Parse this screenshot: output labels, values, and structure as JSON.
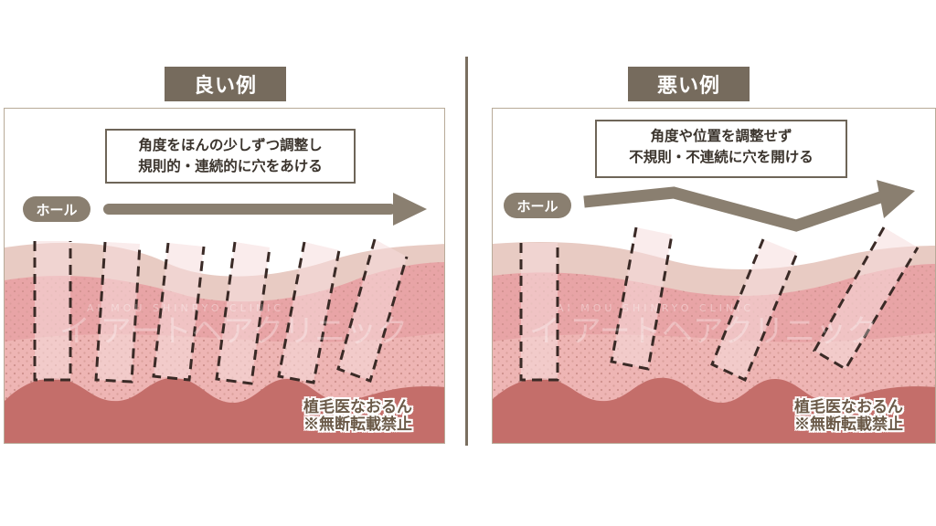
{
  "left_panel": {
    "title": "良い例",
    "caption_line1": "角度をほんの少しずつ調整し",
    "caption_line2": "規則的・連続的に穴をあける",
    "hole_label": "ホール",
    "credit_line1": "植毛医なおるん",
    "credit_line2": "※無断転載禁止"
  },
  "right_panel": {
    "title": "悪い例",
    "caption_line1": "角度や位置を調整せず",
    "caption_line2": "不規則・不連続に穴を開ける",
    "hole_label": "ホール",
    "credit_line1": "植毛医なおるん",
    "credit_line2": "※無断転載禁止"
  },
  "colors": {
    "tag_bg": "#766b5d",
    "arrow": "#8a7f70",
    "skin_top": "#e8c8c0",
    "skin_mid": "#e9a6a6",
    "skin_dermis": "#f3c4c2",
    "skin_deep": "#c46e6a",
    "dash": "#3a2a26"
  }
}
